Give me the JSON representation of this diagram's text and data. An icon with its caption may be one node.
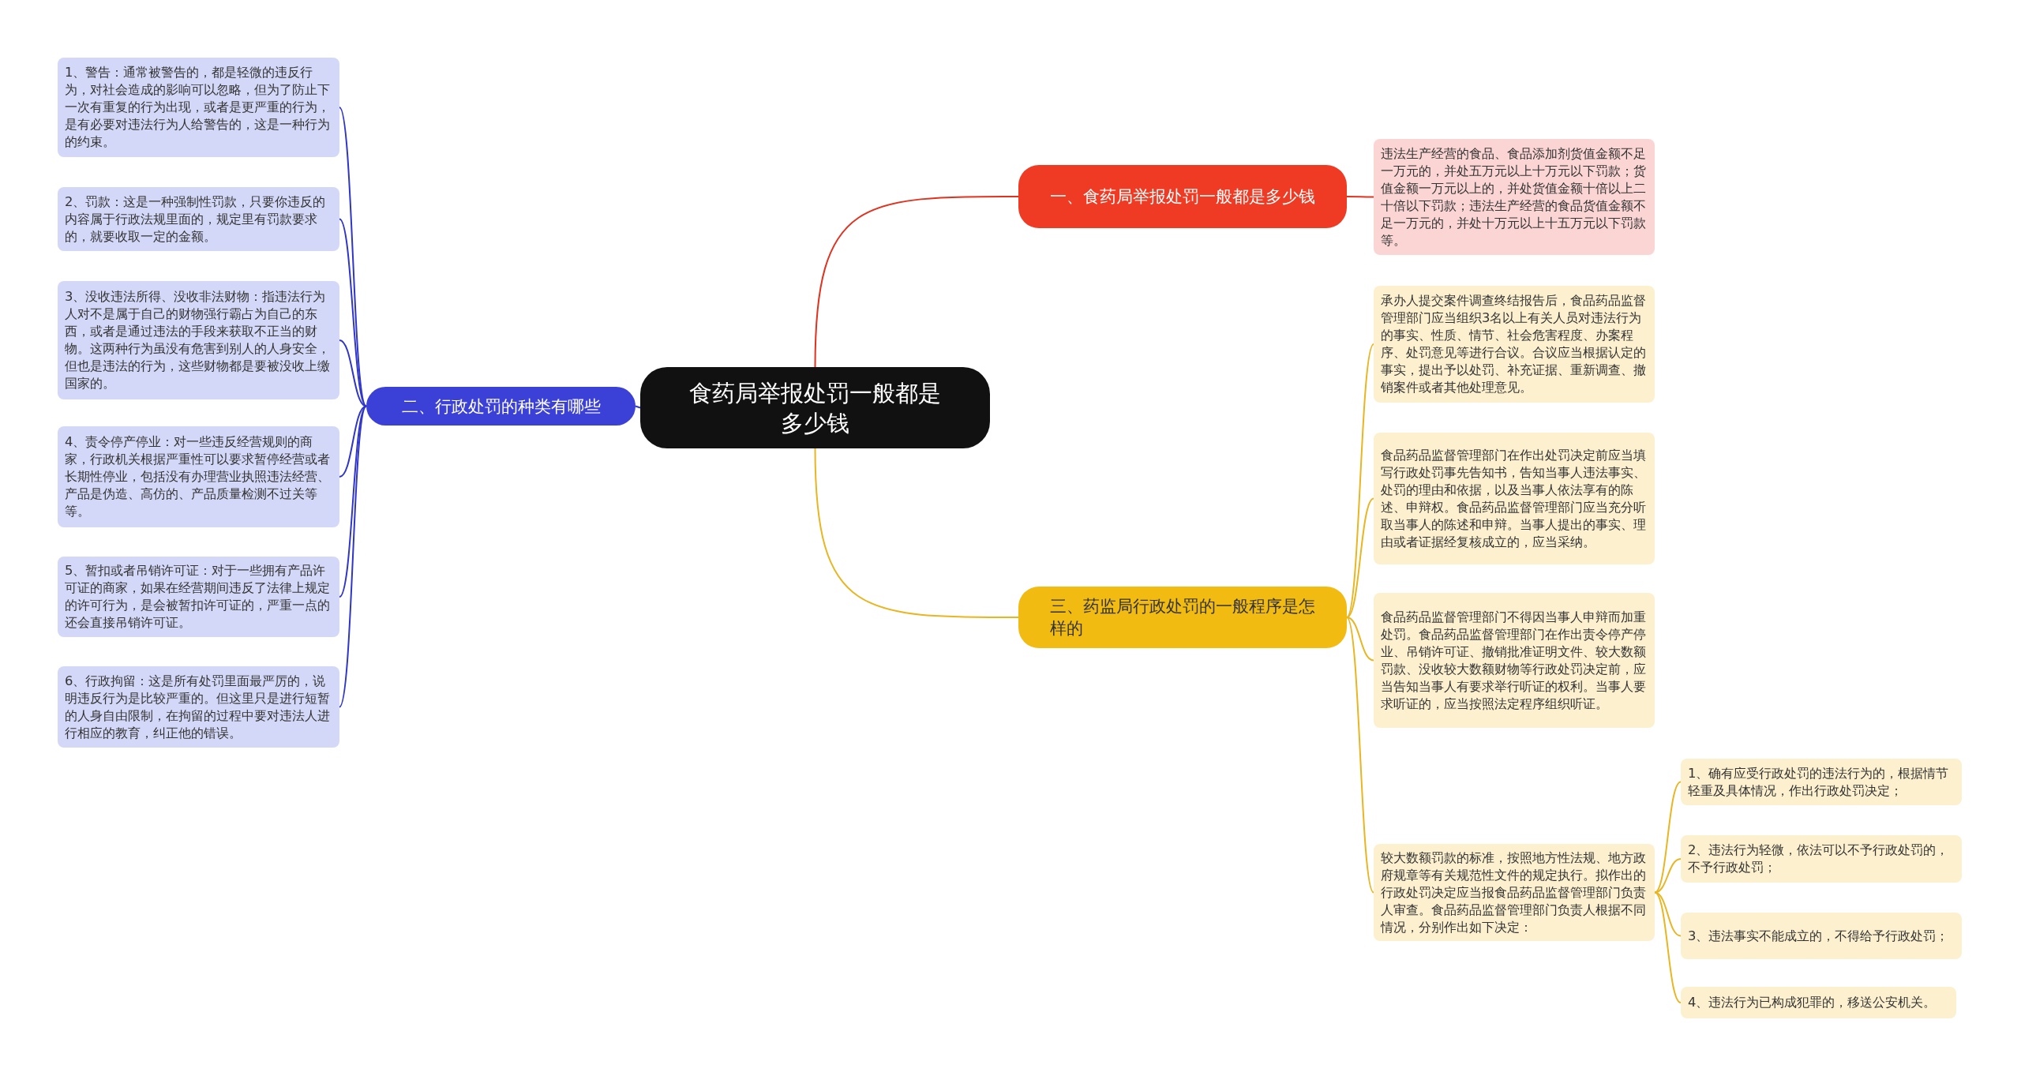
{
  "diagram": {
    "nodes": [
      {
        "text": [
          "食药局举报处罚一般都是多少钱"
        ]
      },
      {
        "text": [
          "一、食药局举报处罚一般都是多少钱"
        ]
      },
      {
        "text": [
          "违法生产经营的食品、食品添加剂货值金额不足一万元的，并处五万元以上十万元以下罚款；货值金额一万元以上的，并处货值金额十倍以上二十倍以下罚款；违法生产经营的食品货值金额不足一万元的，并处十万元以上十五万元以下罚款等。"
        ]
      },
      {
        "text": [
          "二、行政处罚的种类有哪些"
        ]
      },
      {
        "text": [
          "1、警告：通常被警告的，都是轻微的违反行为，对社会造成的影响可以忽略，但为了防止下一次有重复的行为出现，或者是更严重的行为，是有必要对违法行为人给警告的，这是一种行为的约束。"
        ]
      },
      {
        "text": [
          "2、罚款：这是一种强制性罚款，只要你违反的内容属于行政法规里面的，规定里有罚款要求的，就要收取一定的金额。"
        ]
      },
      {
        "text": [
          "3、没收违法所得、没收非法财物：指违法行为人对不是属于自己的财物强行霸占为自己的东西，或者是通过违法的手段来获取不正当的财物。这两种行为虽没有危害到别人的人身安全，但也是违法的行为，这些财物都是要被没收上缴国家的。"
        ]
      },
      {
        "text": [
          "4、责令停产停业：对一些违反经营规则的商家，行政机关根据严重性可以要求暂停经营或者长期性停业，包括没有办理营业执照违法经营、产品是伪造、高仿的、产品质量检测不过关等等。"
        ]
      },
      {
        "text": [
          "5、暂扣或者吊销许可证：对于一些拥有产品许可证的商家，如果在经营期间违反了法律上规定的许可行为，是会被暂扣许可证的，严重一点的还会直接吊销许可证。"
        ]
      },
      {
        "text": [
          "6、行政拘留：这是所有处罚里面最严厉的，说明违反行为是比较严重的。但这里只是进行短暂的人身自由限制，在拘留的过程中要对违法人进行相应的教育，纠正他的错误。"
        ]
      },
      {
        "text": [
          "三、药监局行政处罚的一般程序是怎样的"
        ]
      },
      {
        "text": [
          "承办人提交案件调查终结报告后，食品药品监督管理部门应当组织3名以上有关人员对违法行为的事实、性质、情节、社会危害程度、办案程序、处罚意见等进行合议。合议应当根据认定的事实，提出予以处罚、补充证据、重新调查、撤销案件或者其他处理意见。"
        ]
      },
      {
        "text": [
          "食品药品监督管理部门在作出处罚决定前应当填写行政处罚事先告知书，告知当事人违法事实、处罚的理由和依据，以及当事人依法享有的陈述、申辩权。食品药品监督管理部门应当充分听取当事人的陈述和申辩。当事人提出的事实、理由或者证据经复核成立的，应当采纳。"
        ]
      },
      {
        "text": [
          "食品药品监督管理部门不得因当事人申辩而加重处罚。食品药品监督管理部门在作出责令停产停业、吊销许可证、撤销批准证明文件、较大数额罚款、没收较大数额财物等行政处罚决定前，应当告知当事人有要求举行听证的权利。当事人要求听证的，应当按照法定程序组织听证。"
        ]
      },
      {
        "text": [
          "较大数额罚款的标准，按照地方性法规、地方政府规章等有关规范性文件的规定执行。拟作出的行政处罚决定应当报食品药品监督管理部门负责人审查。食品药品监督管理部门负责人根据不同情况，分别作出如下决定："
        ]
      },
      {
        "text": [
          "1、确有应受行政处罚的违法行为的，根据情节轻重及具体情况，作出行政处罚决定；"
        ]
      },
      {
        "text": [
          "2、违法行为轻微，依法可以不予行政处罚的，不予行政处罚；"
        ]
      },
      {
        "text": [
          "3、违法事实不能成立的，不得给予行政处罚；"
        ]
      },
      {
        "text": [
          "4、违法行为已构成犯罪的，移送公安机关。"
        ]
      }
    ],
    "edges": [
      {
        "from": 0,
        "to": 1,
        "arrow": "none",
        "color": "#e0321f"
      },
      {
        "from": 1,
        "to": 2,
        "arrow": "none",
        "color": "#e0321f"
      },
      {
        "from": 0,
        "to": 3,
        "arrow": "none",
        "color": "#2f35c8"
      },
      {
        "from": 3,
        "to": 4,
        "arrow": "none",
        "color": "#2f35c8"
      },
      {
        "from": 3,
        "to": 5,
        "arrow": "none",
        "color": "#2f35c8"
      },
      {
        "from": 3,
        "to": 6,
        "arrow": "none",
        "color": "#2f35c8"
      },
      {
        "from": 3,
        "to": 7,
        "arrow": "none",
        "color": "#2f35c8"
      },
      {
        "from": 3,
        "to": 8,
        "arrow": "none",
        "color": "#2f35c8"
      },
      {
        "from": 3,
        "to": 9,
        "arrow": "none",
        "color": "#2f35c8"
      },
      {
        "from": 0,
        "to": 10,
        "arrow": "none"
      },
      {
        "from": 10,
        "to": 11,
        "arrow": "none"
      },
      {
        "from": 10,
        "to": 12,
        "arrow": "none"
      },
      {
        "from": 10,
        "to": 13,
        "arrow": "none"
      },
      {
        "from": 10,
        "to": 14,
        "arrow": "none"
      },
      {
        "from": 14,
        "to": 15,
        "arrow": "none"
      },
      {
        "from": 14,
        "to": 16,
        "arrow": "none"
      },
      {
        "from": 14,
        "to": 17,
        "arrow": "none"
      },
      {
        "from": 14,
        "to": 18,
        "arrow": "none"
      }
    ]
  }
}
